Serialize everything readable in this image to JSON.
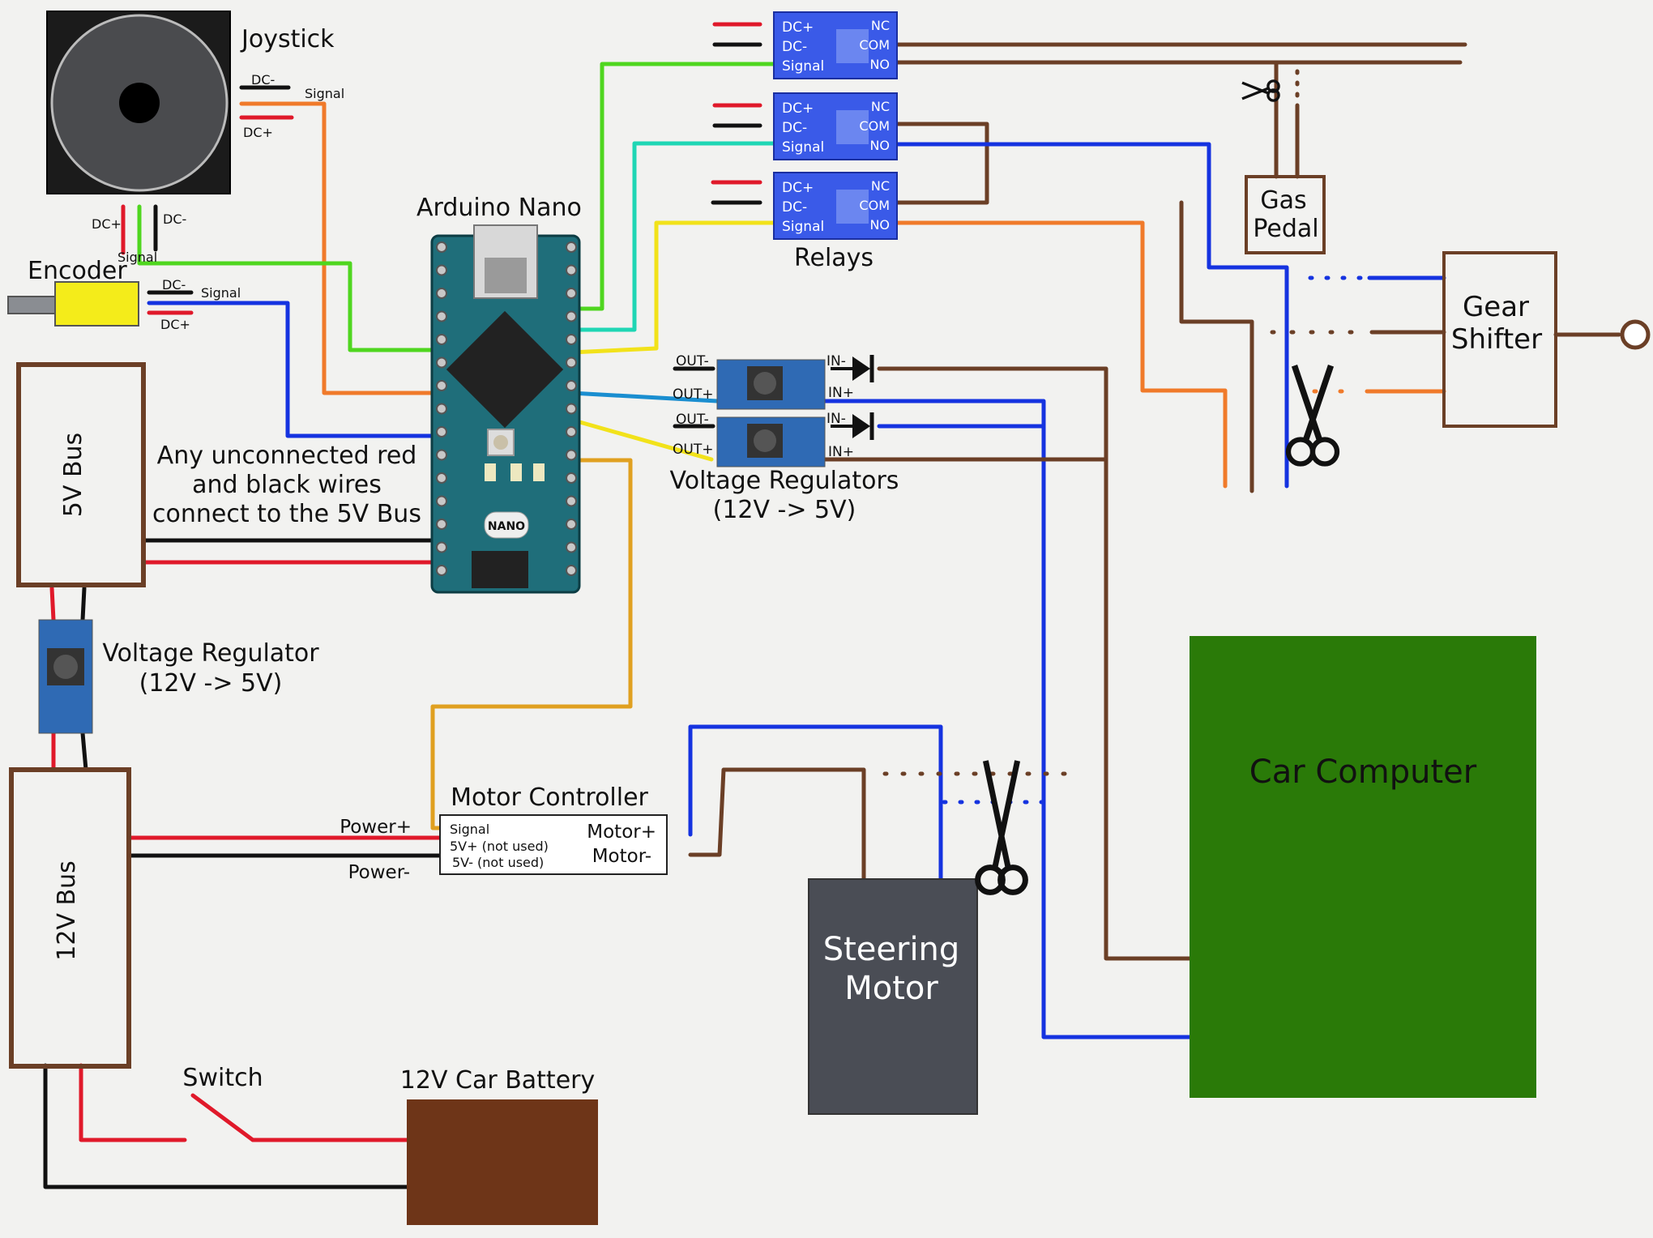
{
  "joystick": {
    "title": "Joystick",
    "dc_minus": "DC-",
    "signal": "Signal",
    "dc_plus": "DC+"
  },
  "encoder": {
    "title": "Encoder",
    "dc_plus": "DC+",
    "dc_minus": "DC-",
    "signal": "Signal",
    "signal_right": "Signal",
    "dc_minus_right": "DC-",
    "dc_plus_right": "DC+"
  },
  "arduino": {
    "title": "Arduino Nano",
    "badge": "NANO"
  },
  "relays": {
    "title": "Relays",
    "pins_left": [
      "DC+",
      "DC-",
      "Signal"
    ],
    "pins_right": [
      "NC",
      "COM",
      "NO"
    ]
  },
  "regulators": {
    "title_line1": "Voltage Regulators",
    "title_line2": "(12V -> 5V)",
    "out_minus": "OUT-",
    "out_plus": "OUT+",
    "in_minus": "IN-",
    "in_plus": "IN+"
  },
  "bus5v": {
    "label": "5V Bus"
  },
  "note": {
    "line1": "Any unconnected red",
    "line2": "and black wires",
    "line3": "connect to the 5V Bus"
  },
  "regulator_single": {
    "line1": "Voltage Regulator",
    "line2": "(12V -> 5V)"
  },
  "bus12v": {
    "label": "12V Bus"
  },
  "motor_controller": {
    "title": "Motor Controller",
    "signal": "Signal",
    "v5_plus": "5V+ (not used)",
    "v5_minus": "5V- (not used)",
    "motor_plus": "Motor+",
    "motor_minus": "Motor-",
    "power_plus": "Power+",
    "power_minus": "Power-"
  },
  "switch": {
    "label": "Switch"
  },
  "battery": {
    "label": "12V Car Battery"
  },
  "steering_motor": {
    "line1": "Steering",
    "line2": "Motor"
  },
  "car_computer": {
    "label": "Car Computer"
  },
  "gas_pedal": {
    "line1": "Gas",
    "line2": "Pedal"
  },
  "gear_shifter": {
    "line1": "Gear",
    "line2": "Shifter"
  },
  "colors": {
    "brown": "#6b3f26",
    "red": "#e0192a",
    "black": "#111111",
    "green_wire": "#4fd61f",
    "cyan_wire": "#1fd6b4",
    "yellow_wire": "#f2e21a",
    "orange_wire": "#f07a2a",
    "blue_wire": "#1533e0",
    "gold_wire": "#e0a020",
    "relay_blue": "#3a5ae8",
    "car_computer": "#2a7a08",
    "steering_motor": "#4a4d55",
    "battery": "#6e3518",
    "encoder_yellow": "#f4ec1a",
    "arduino_teal": "#1f6e7a"
  }
}
